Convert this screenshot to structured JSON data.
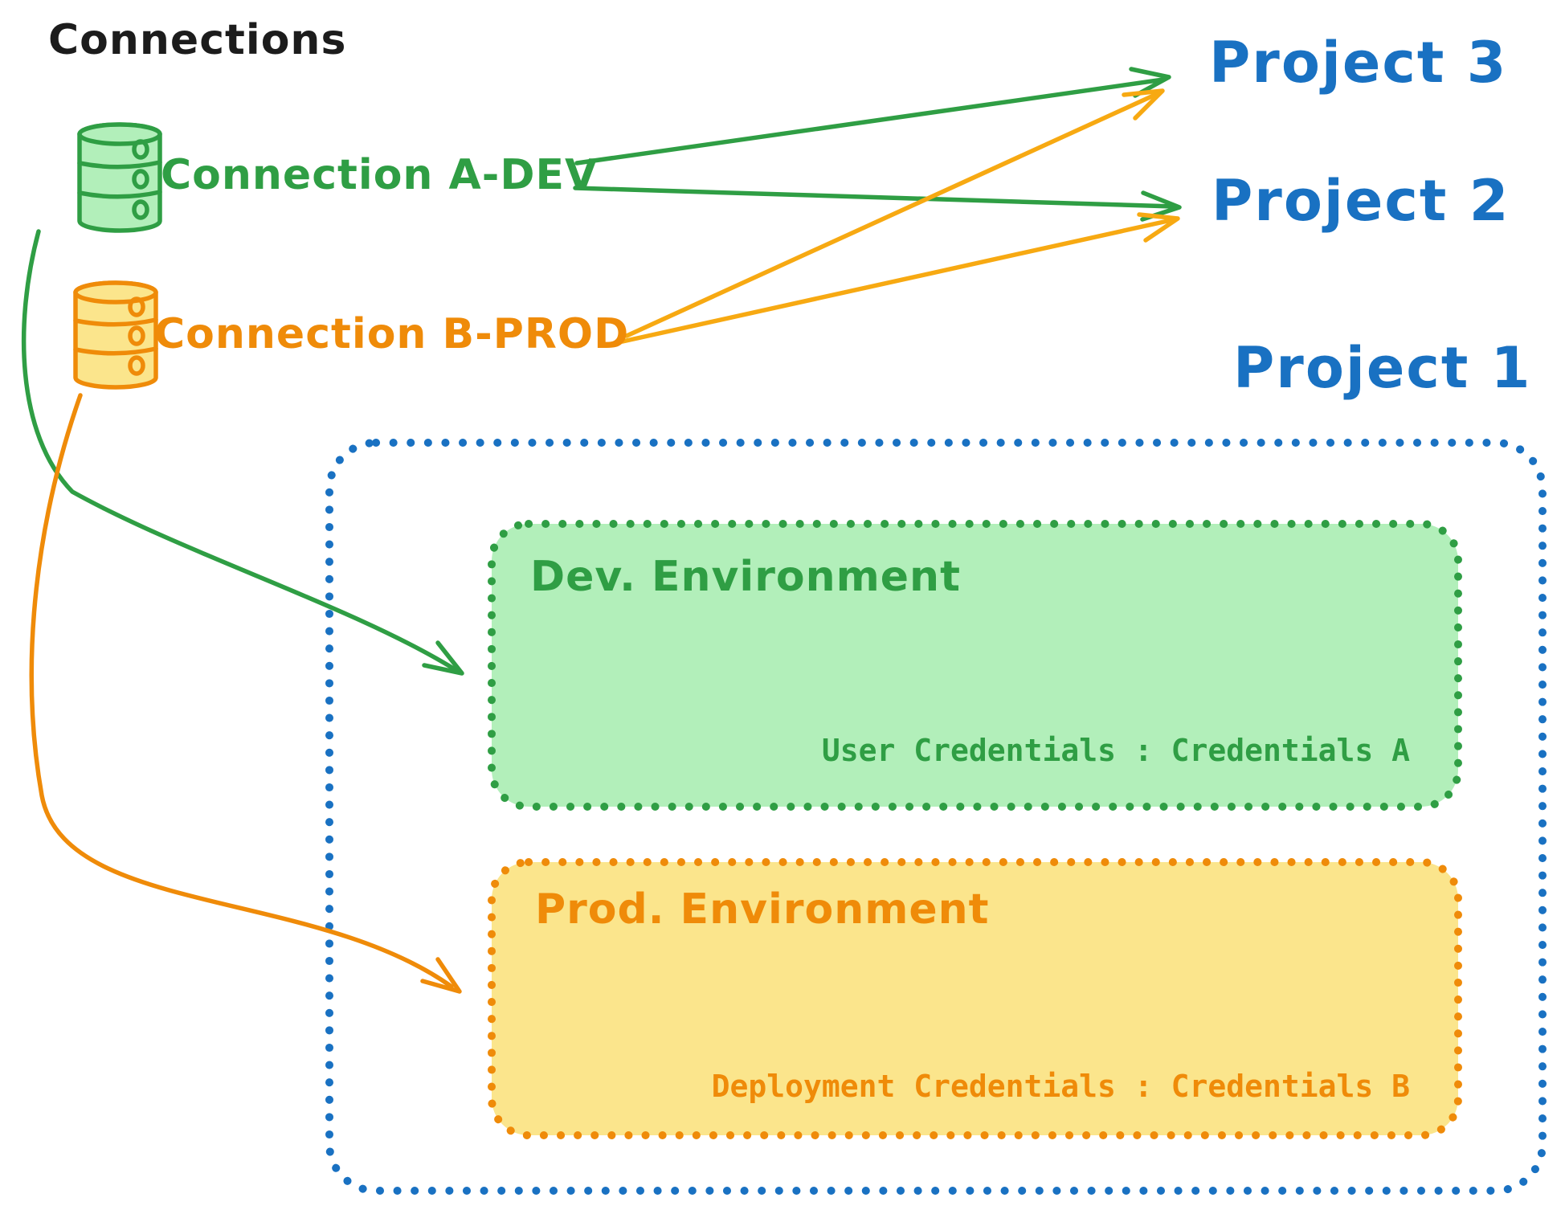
{
  "diagram": {
    "title": "Connections",
    "connections": [
      {
        "label": "Connection A-DEV",
        "type": "database",
        "color": "#2f9e44"
      },
      {
        "label": "Connection B-PROD",
        "type": "database",
        "color": "#ef8b09"
      }
    ],
    "projects": [
      {
        "label": "Project 3"
      },
      {
        "label": "Project 2"
      },
      {
        "label": "Project 1"
      }
    ],
    "environments": [
      {
        "name": "Dev. Environment",
        "credentials": "User Credentials : Credentials A",
        "stroke": "#2f9e44",
        "fill": "#b2efba"
      },
      {
        "name": "Prod. Environment",
        "credentials": "Deployment Credentials : Credentials B",
        "stroke": "#ef8b09",
        "fill": "#fbe58c"
      }
    ],
    "edges": [
      {
        "from": "Connection A-DEV",
        "to": "Project 3",
        "color": "#2f9e44"
      },
      {
        "from": "Connection A-DEV",
        "to": "Project 2",
        "color": "#2f9e44"
      },
      {
        "from": "Connection B-PROD",
        "to": "Project 3",
        "color": "#f7a912"
      },
      {
        "from": "Connection B-PROD",
        "to": "Project 2",
        "color": "#f7a912"
      },
      {
        "from": "Connection A-DEV",
        "to": "Dev. Environment",
        "color": "#2f9e44"
      },
      {
        "from": "Connection B-PROD",
        "to": "Prod. Environment",
        "color": "#ef8b09"
      }
    ],
    "project1_box_border_color": "#1971c2"
  },
  "colors": {
    "green": "#2f9e44",
    "green_fill": "#b2efba",
    "orange": "#ef8b09",
    "orange_arrow": "#f7a912",
    "yellow_fill": "#fbe58c",
    "blue": "#1971c2",
    "ink": "#1c1c1c",
    "background": "#ffffff"
  }
}
